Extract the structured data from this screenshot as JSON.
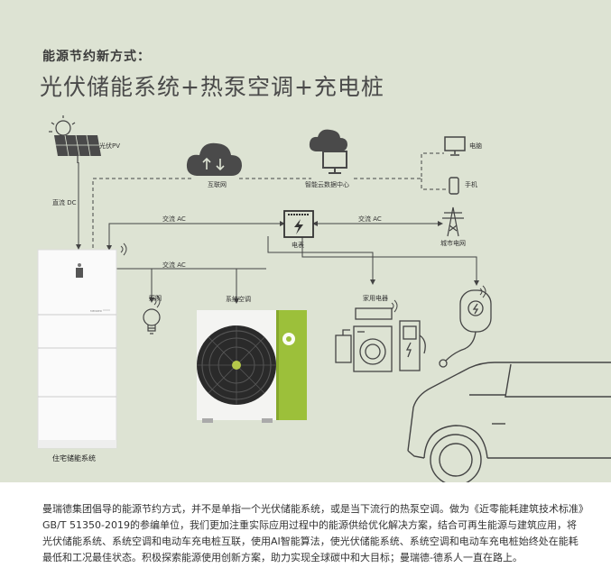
{
  "header": {
    "kicker": "能源节约新方式：",
    "headline": "光伏储能系统+热泵空调+充电桩"
  },
  "nodes": {
    "pv": "光伏PV",
    "internet": "互联网",
    "cloud": "智能云数据中心",
    "computer": "电脑",
    "phone": "手机",
    "meter": "电表",
    "grid": "城市电网",
    "lighting": "照明",
    "ac_system": "系统空调",
    "appliances": "家用电器",
    "storage": "住宅储能系统"
  },
  "edges": {
    "dc": "直流 DC",
    "ac_top": "交流 AC",
    "ac_right": "交流 AC",
    "ac_bottom": "交流 AC"
  },
  "footer_text": "曼瑞德集团倡导的能源节约方式，并不是单指一个光伏储能系统，或是当下流行的热泵空调。做为《近零能耗建筑技术标准》GB/T 51350-2019的参编单位，我们更加注重实际应用过程中的能源供给优化解决方案，结合可再生能源与建筑应用，将光伏储能系统、系统空调和电动车充电桩互联，使用AI智能算法，使光伏储能系统、系统空调和电动车充电桩始终处在能耗最低和工况最佳状态。积极探索能源使用创新方案，助力实现全球碳中和大目标；曼瑞德-德系人一直在路上。",
  "colors": {
    "background": "#dde3d3",
    "accent_green": "#9cc03a",
    "line": "#444444"
  }
}
